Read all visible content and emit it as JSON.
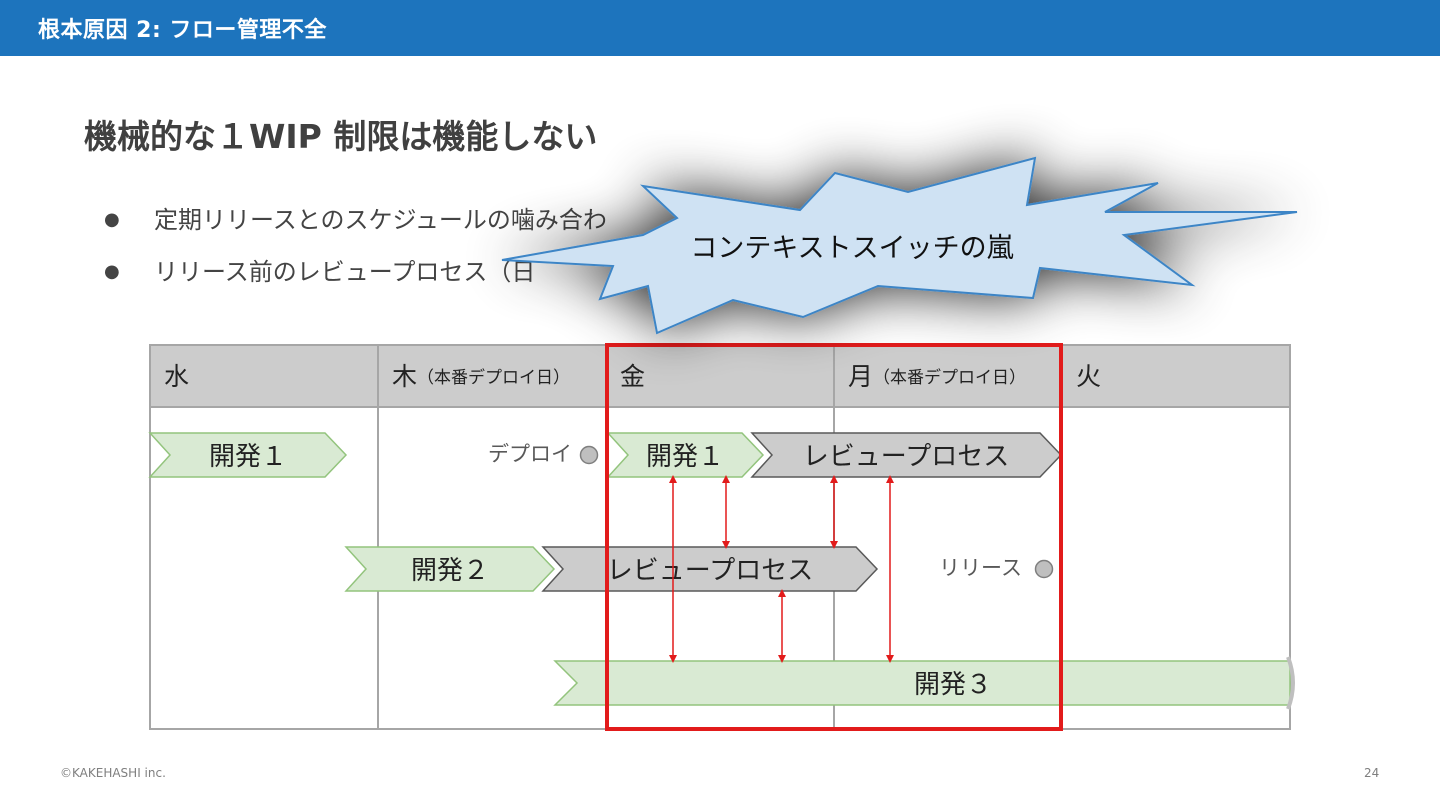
{
  "header": {
    "title": "根本原因 2: フロー管理不全"
  },
  "heading": "機械的な１WIP 制限は機能しない",
  "bullets": [
    "定期リリースとのスケジュールの噛み合わ",
    "リリース前のレビュープロセス（日"
  ],
  "callout": "コンテキストスイッチの嵐",
  "days": [
    {
      "day": "水",
      "note": ""
    },
    {
      "day": "木",
      "note": "（本番デプロイ日）"
    },
    {
      "day": "金",
      "note": ""
    },
    {
      "day": "月",
      "note": "（本番デプロイ日）"
    },
    {
      "day": "火",
      "note": ""
    }
  ],
  "tasks": {
    "dev1_a": "開発１",
    "dev1_b": "開発１",
    "review1": "レビュープロセス",
    "dev2": "開発２",
    "review2": "レビュープロセス",
    "dev3": "開発３"
  },
  "milestones": {
    "deploy": "デプロイ",
    "release": "リリース"
  },
  "colors": {
    "header_bar": "#1d74bd",
    "dev_fill": "#d9ead3",
    "review_fill": "#cccccc",
    "highlight": "#e21b1b",
    "callout_fill": "#cfe2f3"
  },
  "footer": {
    "copyright": "©KAKEHASHI inc.",
    "page": "24"
  }
}
